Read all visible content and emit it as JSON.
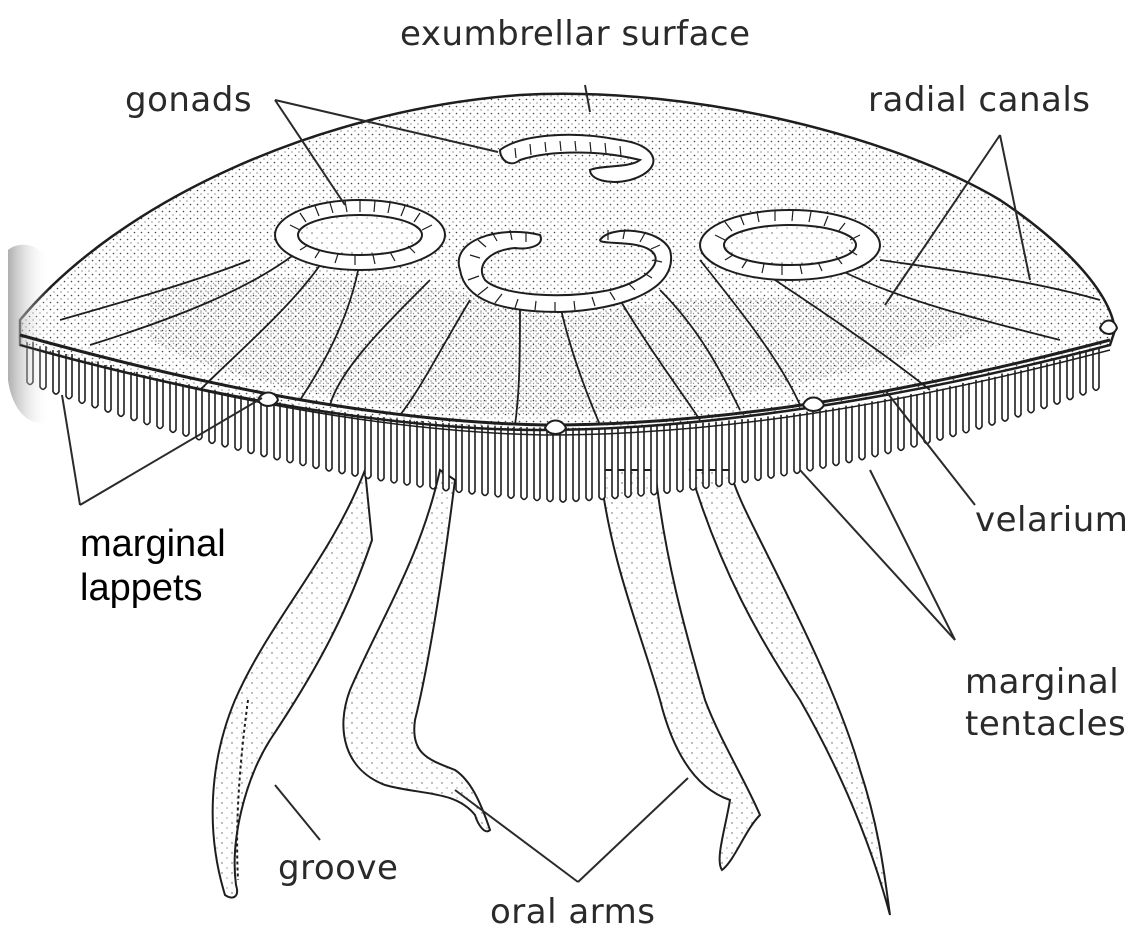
{
  "labels": {
    "exumbrellar_surface": "exumbrellar surface",
    "gonads": "gonads",
    "radial_canals": "radial canals",
    "marginal_lappets_line1": "marginal",
    "marginal_lappets_line2": "lappets",
    "velarium": "velarium",
    "marginal_tentacles_line1": "marginal",
    "marginal_tentacles_line2": "tentacles",
    "groove": "groove",
    "oral_arms": "oral arms"
  },
  "colors": {
    "ink": "#1e1e1e",
    "stipple": "#3a3a3a",
    "paper": "#ffffff",
    "shade": "#bdbdbd"
  }
}
